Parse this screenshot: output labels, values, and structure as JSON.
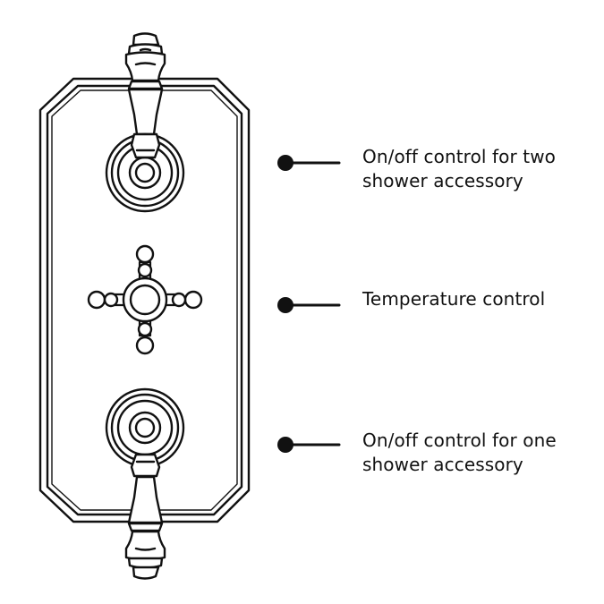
{
  "palette": {
    "stroke": "#111111",
    "background": "#ffffff"
  },
  "labels": [
    {
      "lines": [
        "On/off control for two",
        "shower accessory"
      ]
    },
    {
      "lines": [
        "Temperature control"
      ]
    },
    {
      "lines": [
        "On/off control for one",
        "shower accessory"
      ]
    }
  ]
}
